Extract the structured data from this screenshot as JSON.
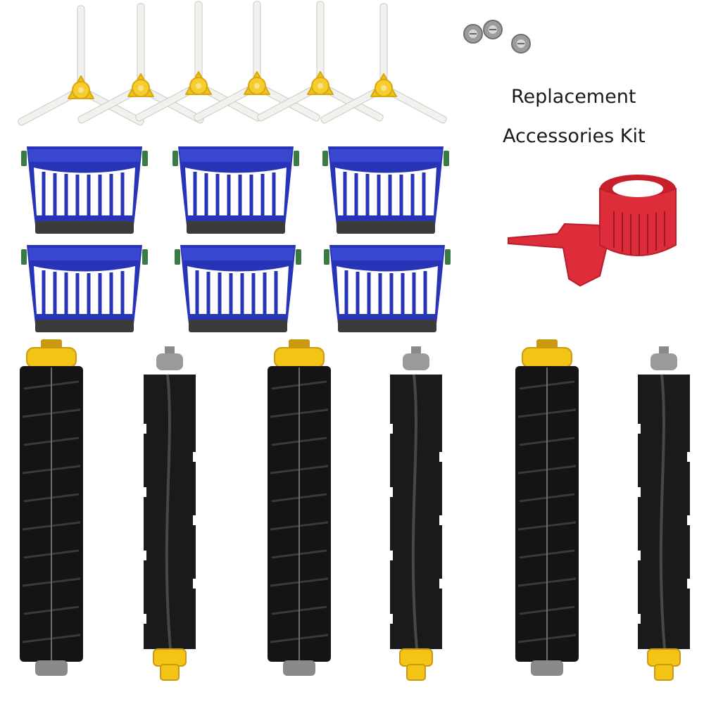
{
  "caption": {
    "line1": "Replacement",
    "line2": "Accessories Kit"
  },
  "items": {
    "side_brushes": 6,
    "filters": 6,
    "bristle_brushes": 3,
    "flexible_beater_brushes": 3,
    "screws": 3,
    "cleaning_tools": [
      "comb-tool",
      "ring-tool"
    ]
  },
  "colors": {
    "background": "#ffffff",
    "side_brush_hub": "#f2c21b",
    "side_brush_arm": "#f1f1ee",
    "filter_blue": "#2834b8",
    "filter_pleat": "#ffffff",
    "brush_bristles": "#141414",
    "brush_end_cap": "#f3c316",
    "beater_rubber": "#1a1a1a",
    "beater_end_gray": "#8a8a8a",
    "tool_red": "#dd2d3b"
  }
}
